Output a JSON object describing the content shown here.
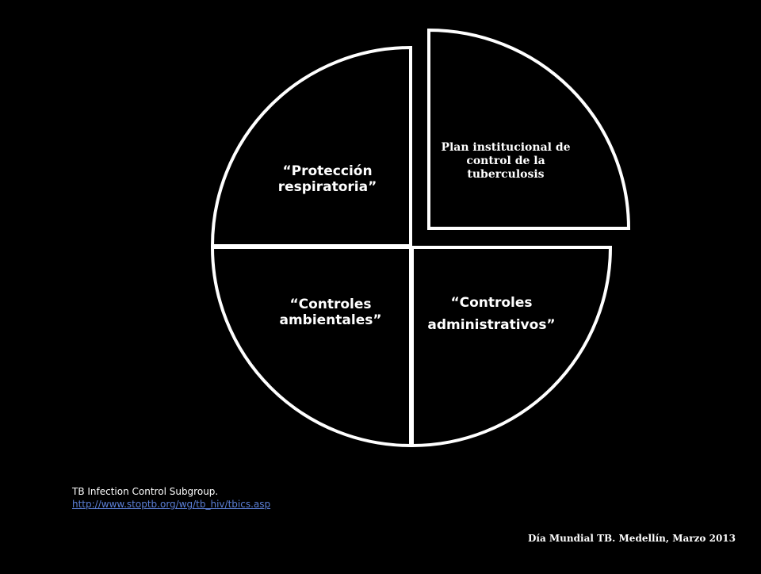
{
  "diagram": {
    "quadrants": {
      "top_right": "Plan institucional de control de la tuberculosis",
      "top_left": "“Protección respiratoria”",
      "bottom_left": "“Controles ambientales”",
      "bottom_right_line1": "“Controles",
      "bottom_right_line2": "administrativos”"
    }
  },
  "source": {
    "text": "TB Infection Control Subgroup.",
    "link": "http://www.stoptb.org/wg/tb_hiv/tbics.asp"
  },
  "footer": "Día Mundial TB. Medellín, Marzo 2013",
  "colors": {
    "background": "#000000",
    "stroke": "#ffffff",
    "link": "#5b7fd6"
  }
}
